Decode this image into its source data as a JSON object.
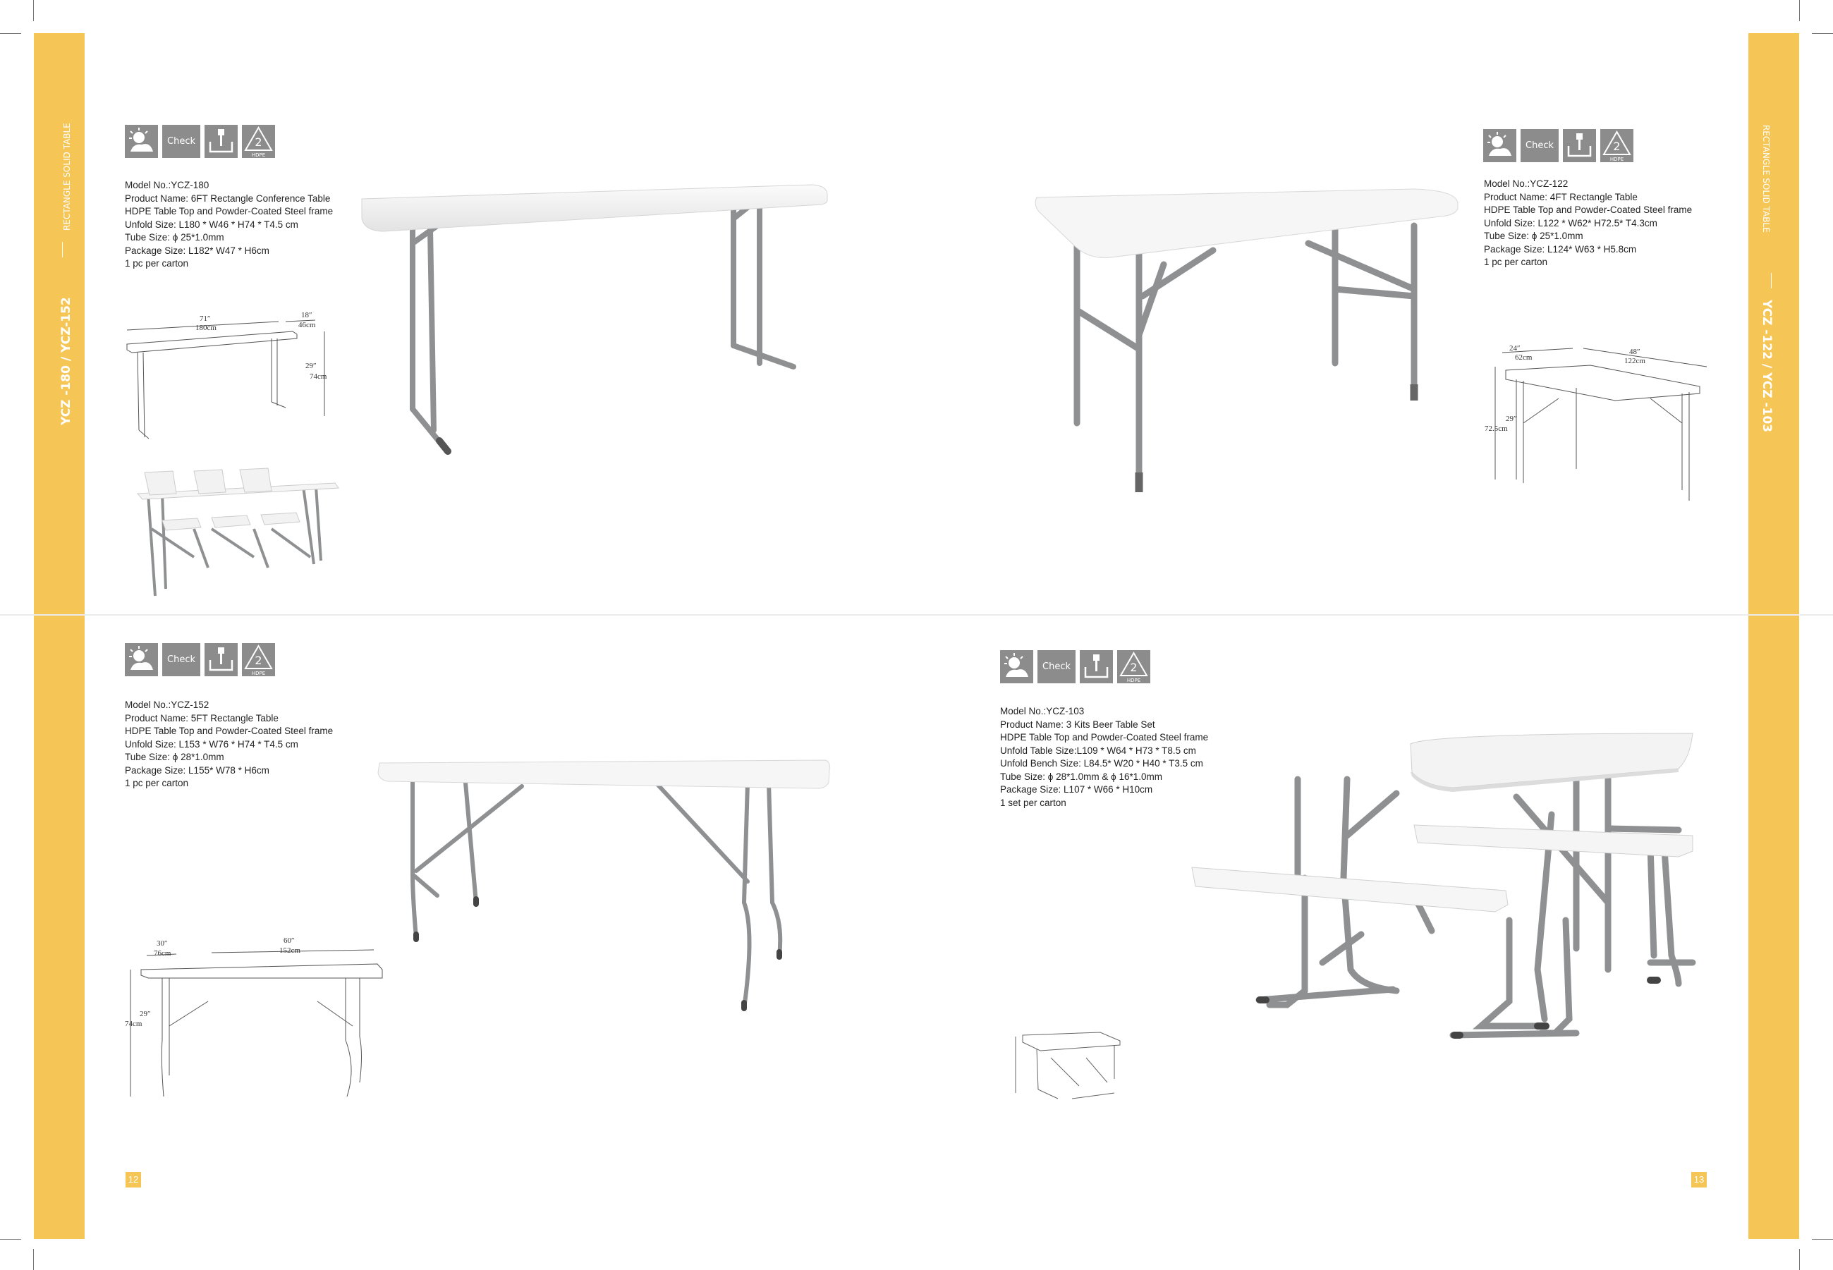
{
  "sidebars": {
    "left": {
      "series": "YCZ -180 / YCZ-152",
      "category": "RECTANGLE SOLID TABLE"
    },
    "right": {
      "series": "YCZ -122 / YCZ -103",
      "category": "RECTANGLE SOLID TABLE"
    }
  },
  "icons": {
    "check_label": "Check",
    "recycle_number": "2",
    "recycle_material": "HDPE"
  },
  "products": [
    {
      "id": "ycz180",
      "lines": [
        "Model No.:YCZ-180",
        "Product Name: 6FT Rectangle Conference Table",
        "HDPE Table Top and Powder-Coated Steel frame",
        "Unfold Size: L180 * W46 * H74 * T4.5 cm",
        "Tube Size: ϕ 25*1.0mm",
        "Package Size: L182* W47 * H6cm",
        "1 pc per carton"
      ],
      "dims": {
        "length_in": "71″",
        "length_cm": "180cm",
        "width_in": "18″",
        "width_cm": "46cm",
        "height_in": "29″",
        "height_cm": "74cm"
      }
    },
    {
      "id": "ycz122",
      "lines": [
        "Model No.:YCZ-122",
        "Product Name: 4FT Rectangle Table",
        "HDPE Table Top and Powder-Coated Steel frame",
        "Unfold Size: L122 * W62* H72.5* T4.3cm",
        "Tube Size: ϕ 25*1.0mm",
        "Package Size: L124* W63 * H5.8cm",
        "1 pc per carton"
      ],
      "dims": {
        "width_in": "24″",
        "width_cm": "62cm",
        "length_in": "48″",
        "length_cm": "122cm",
        "height_in": "29″",
        "height_cm": "72.5cm"
      }
    },
    {
      "id": "ycz152",
      "lines": [
        "Model No.:YCZ-152",
        "Product Name: 5FT Rectangle Table",
        "HDPE Table Top and Powder-Coated Steel frame",
        "Unfold Size: L153 * W76 * H74 * T4.5 cm",
        "Tube Size: ϕ 28*1.0mm",
        "Package Size: L155* W78 * H6cm",
        "1 pc per carton"
      ],
      "dims": {
        "width_in": "30″",
        "width_cm": "76cm",
        "length_in": "60″",
        "length_cm": "152cm",
        "height_in": "29″",
        "height_cm": "74cm"
      }
    },
    {
      "id": "ycz103",
      "lines": [
        "Model No.:YCZ-103",
        "Product Name: 3 Kits Beer Table Set",
        "HDPE Table Top and Powder-Coated Steel frame",
        "Unfold Table Size:L109 * W64 * H73 * T8.5 cm",
        "Unfold Bench Size: L84.5* W20 * H40 * T3.5 cm",
        "Tube Size: ϕ 28*1.0mm & ϕ 16*1.0mm",
        "Package Size: L107 * W66 * H10cm",
        "1 set per carton"
      ]
    }
  ],
  "page_numbers": {
    "left": "12",
    "right": "13"
  },
  "colors": {
    "accent": "#f5c556",
    "icon_gray": "#8c8c8c",
    "frame_gray": "#8e9092",
    "top_white": "#f4f4f4"
  }
}
